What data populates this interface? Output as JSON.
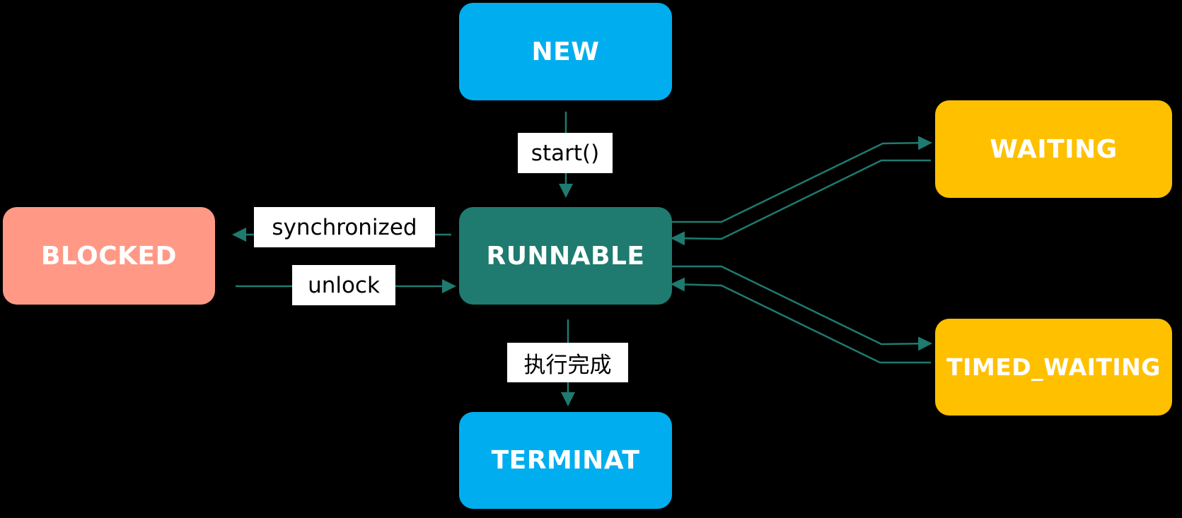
{
  "colors": {
    "background": "#000000",
    "new": "#00AEEF",
    "terminated": "#00AEEF",
    "runnable": "#1F7A6F",
    "blocked": "#FF9986",
    "waiting": "#FFC000",
    "edge": "#1F7A6F"
  },
  "nodes": {
    "new": "NEW",
    "runnable": "RUNNABLE",
    "blocked": "BLOCKED",
    "waiting": "WAITING",
    "timed_waiting": "TIMED_WAITING",
    "terminated": "TERMINAT"
  },
  "edges": {
    "start": "start()",
    "synchronized": "synchronized",
    "unlock": "unlock",
    "finish": "执行完成"
  }
}
